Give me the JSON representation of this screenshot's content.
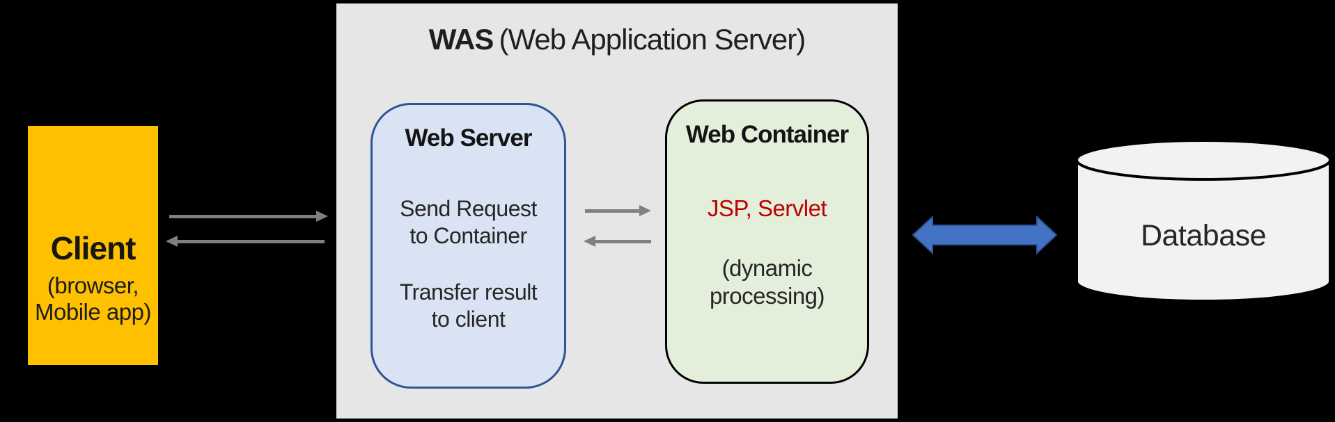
{
  "client": {
    "title": "Client",
    "subtitle_line1": "(browser,",
    "subtitle_line2": "Mobile app)",
    "fill": "#FFC000"
  },
  "was": {
    "title_bold": "WAS",
    "title_rest": "(Web Application Server)",
    "fill": "#E7E6E6"
  },
  "web_server": {
    "title": "Web Server",
    "body1_line1": "Send Request",
    "body1_line2": "to Container",
    "body2_line1": "Transfer result",
    "body2_line2": "to client",
    "fill": "#DAE3F3",
    "border": "#2F5597"
  },
  "web_container": {
    "title": "Web Container",
    "tech": "JSP, Servlet",
    "tech_color": "#C00000",
    "note_line1": "(dynamic",
    "note_line2": "processing)",
    "fill": "#E3EFDA",
    "border": "#000000"
  },
  "database": {
    "label": "Database",
    "fill": "#F2F2F2",
    "stroke": "#000000"
  },
  "arrows": {
    "gray": "#808080",
    "blue_fill": "#4472C4",
    "blue_stroke": "#2F5597"
  }
}
